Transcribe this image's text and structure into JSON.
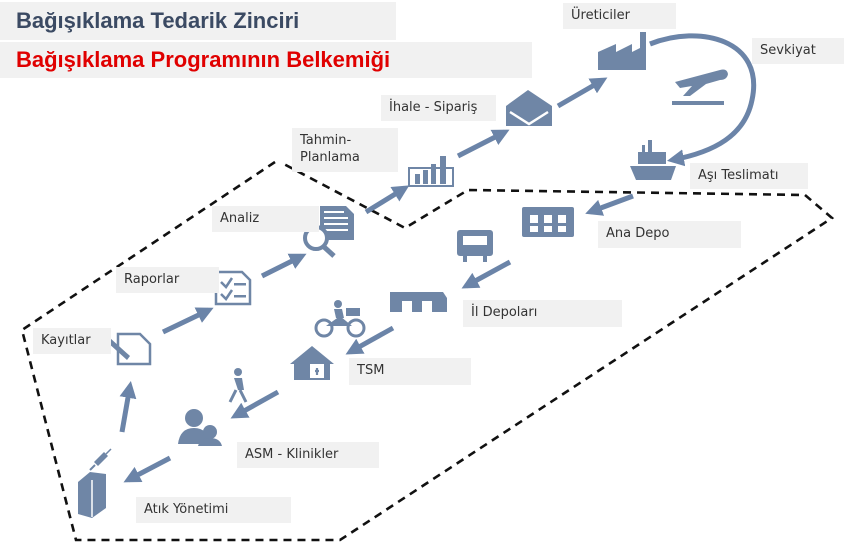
{
  "title": "Bağışıklama Tedarik Zinciri",
  "subtitle": "Bağışıklama Programının Belkemiği",
  "colors": {
    "title": "#3b4a63",
    "subtitle": "#e00000",
    "icon": "#6f86a6",
    "arrow": "#6b84a8",
    "label_bg": "#f1f1f1",
    "outline": "#111111"
  },
  "steps": {
    "ureticiler": "Üreticiler",
    "sevkiyat": "Sevkiyat",
    "ihale": "İhale - Sipariş",
    "tahmin_line1": "Tahmin-",
    "tahmin_line2": "Planlama",
    "asi_teslimati": "Aşı Teslimatı",
    "analiz": "Analiz",
    "ana_depo": "Ana Depo",
    "raporlar": "Raporlar",
    "il_depolari": "İl Depoları",
    "kayitlar": "Kayıtlar",
    "tsm": "TSM",
    "asm": "ASM - Klinikler",
    "atik": "Atık Yönetimi"
  },
  "icons": [
    "factory-icon",
    "airplane-icon",
    "envelope-icon",
    "bar-chart-icon",
    "ship-icon",
    "document-search-icon",
    "warehouse-icon",
    "checklist-icon",
    "refrigerator-icon",
    "depot-icon",
    "edit-document-icon",
    "motorbike-icon",
    "health-center-icon",
    "person-walking-icon",
    "people-icon",
    "syringe-icon",
    "waste-container-icon"
  ]
}
